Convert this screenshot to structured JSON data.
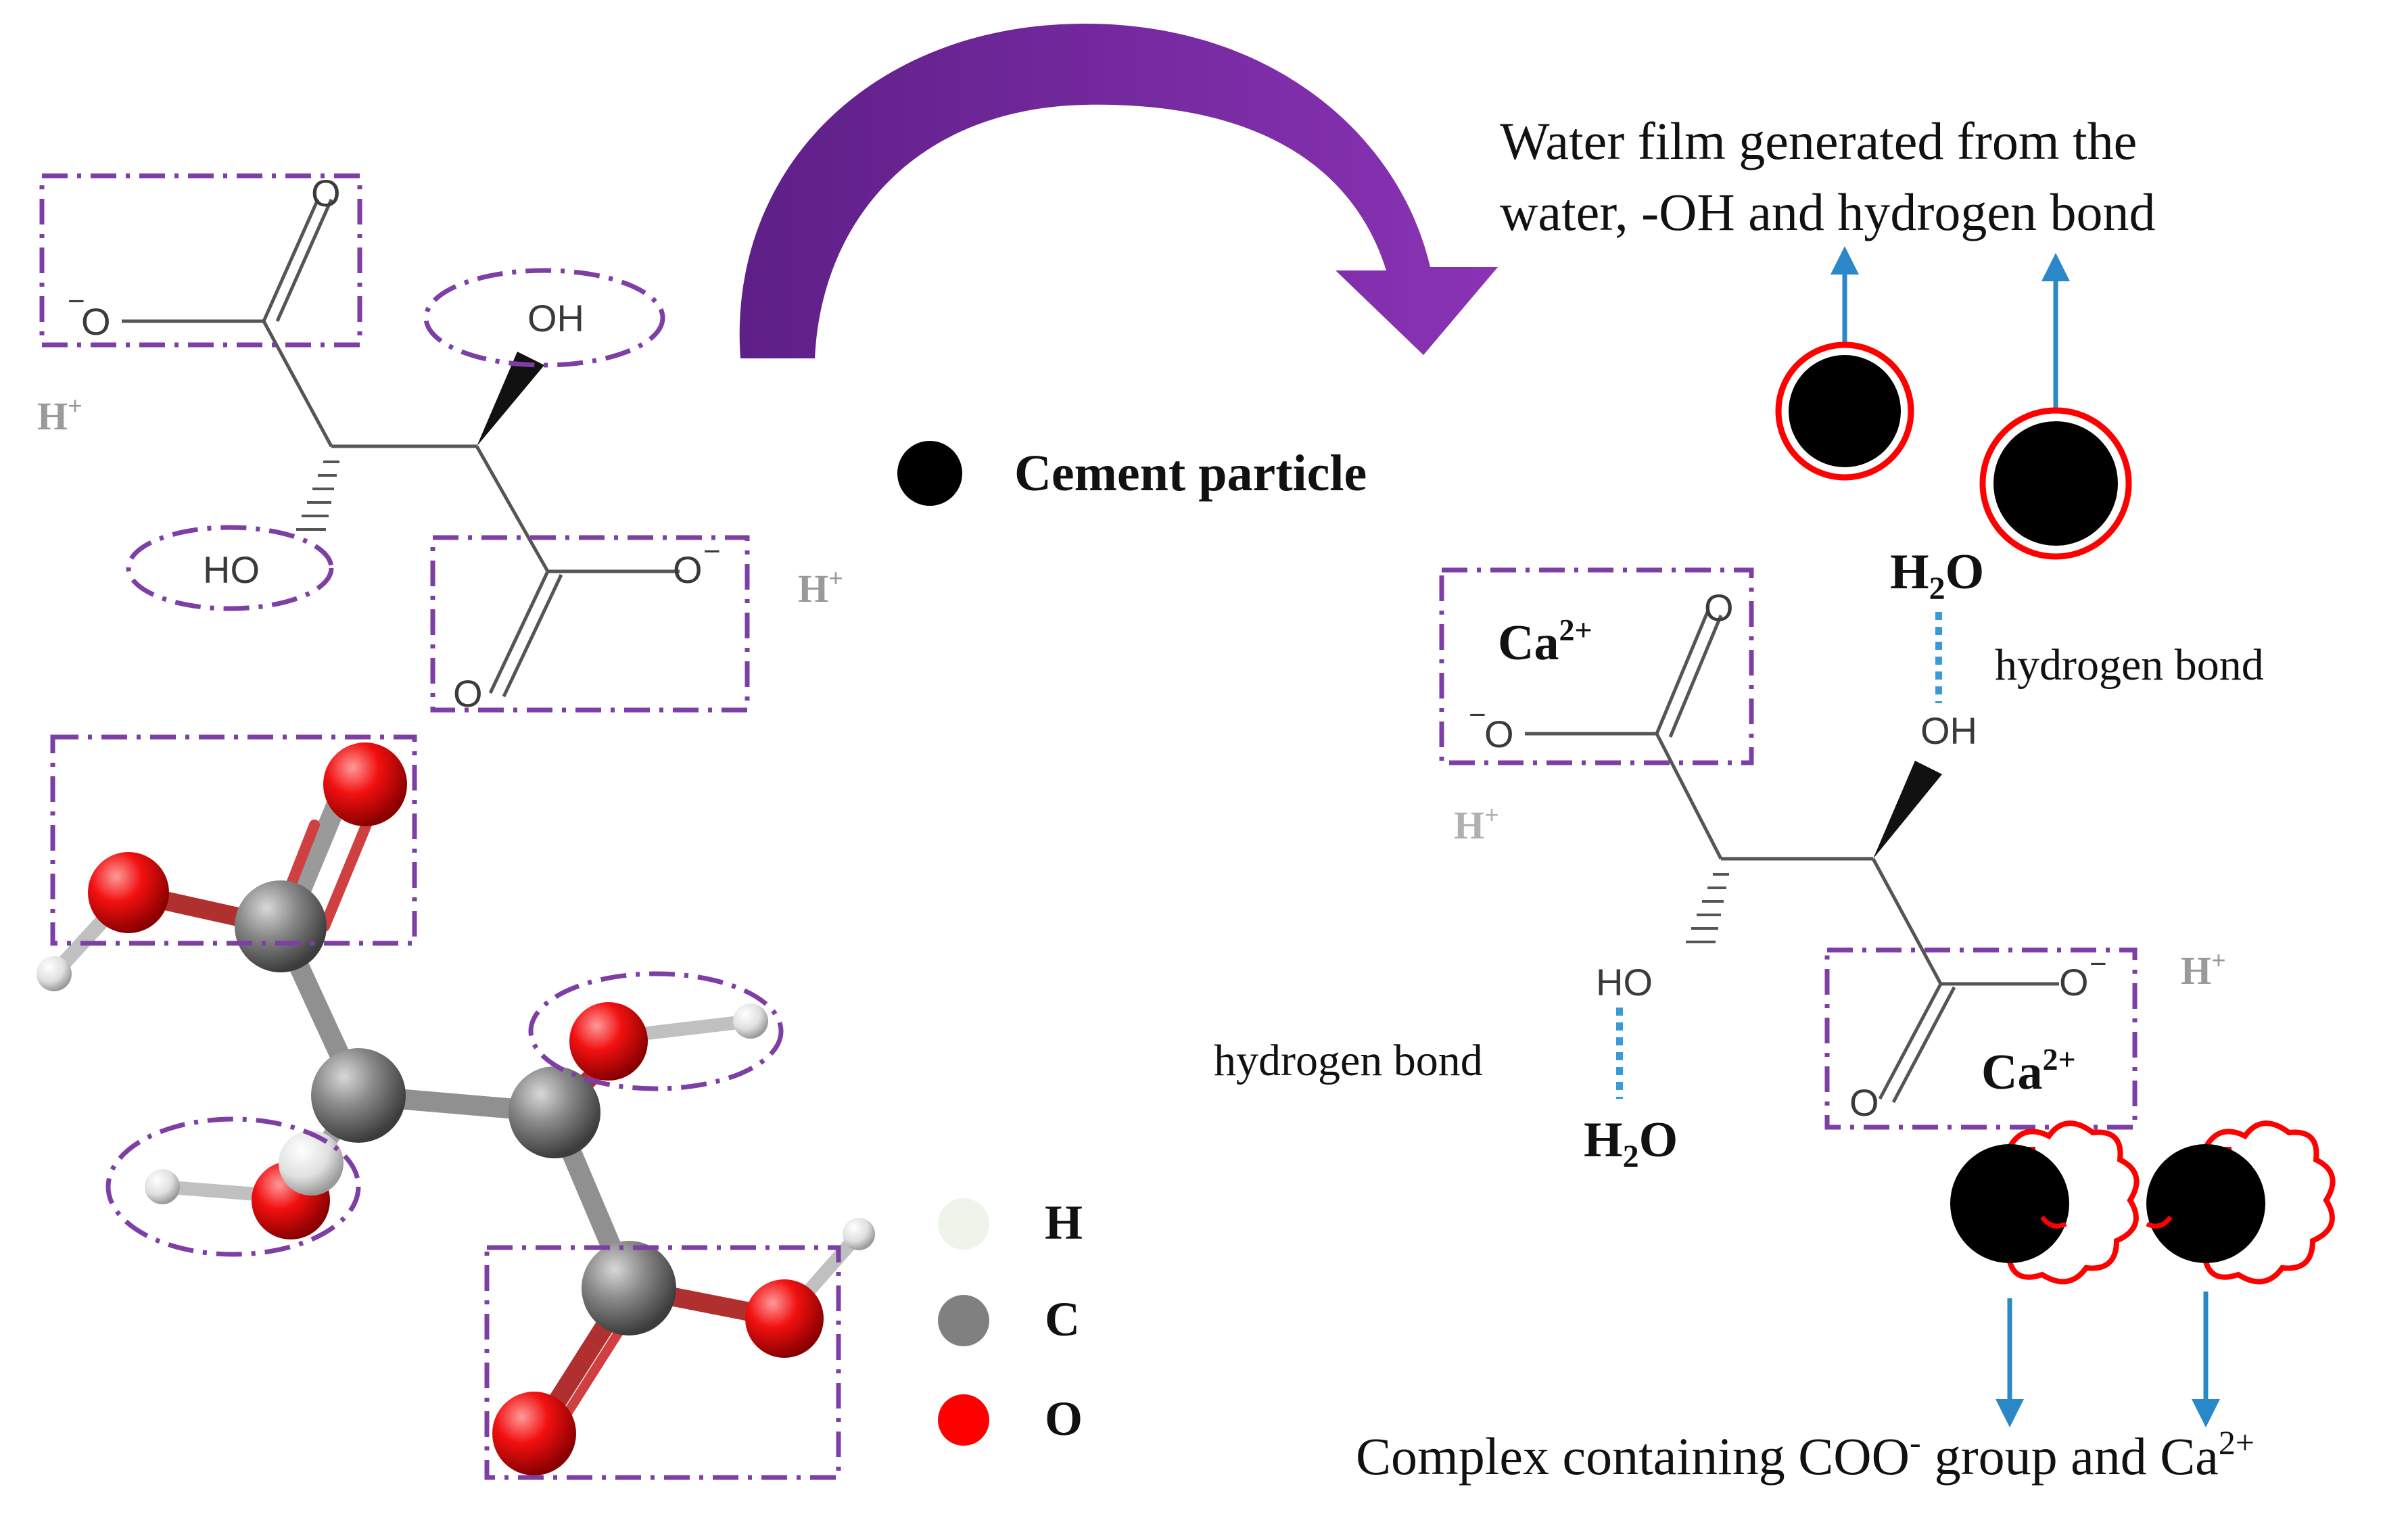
{
  "labels": {
    "cement_particle": "Cement particle",
    "water_film_line1": "Water film generated from the",
    "water_film_line2": "water, -OH and hydrogen bond",
    "complex_text": "Complex containing COO",
    "complex_sup_minus": "-",
    "complex_group_and": "group and Ca",
    "complex_sup_charge": "2+",
    "hydrogen_bond": "hydrogen bond",
    "h2o_h": "H",
    "h2o_sub": "2",
    "h2o_o": "O",
    "ca": "Ca",
    "ca_charge": "2+",
    "h_plus_h": "H",
    "h_plus_sign": "+",
    "oh": "OH",
    "ho": "HO",
    "o": "O",
    "o_minus": "O",
    "minus": "−"
  },
  "legend": [
    {
      "symbol": "H",
      "color": "#eef4ea"
    },
    {
      "symbol": "C",
      "color": "#808080"
    },
    {
      "symbol": "O",
      "color": "#ff0000"
    }
  ],
  "colors": {
    "group_box": "#7d3fa5",
    "arrow": "#7a2aa0",
    "particle": "#000000",
    "water_film": "#ff0000",
    "pointer": "#2a88c8",
    "h_bond": "#3a9ad6",
    "bond_line": "#555555",
    "label_gray": "#9a9a9a"
  }
}
